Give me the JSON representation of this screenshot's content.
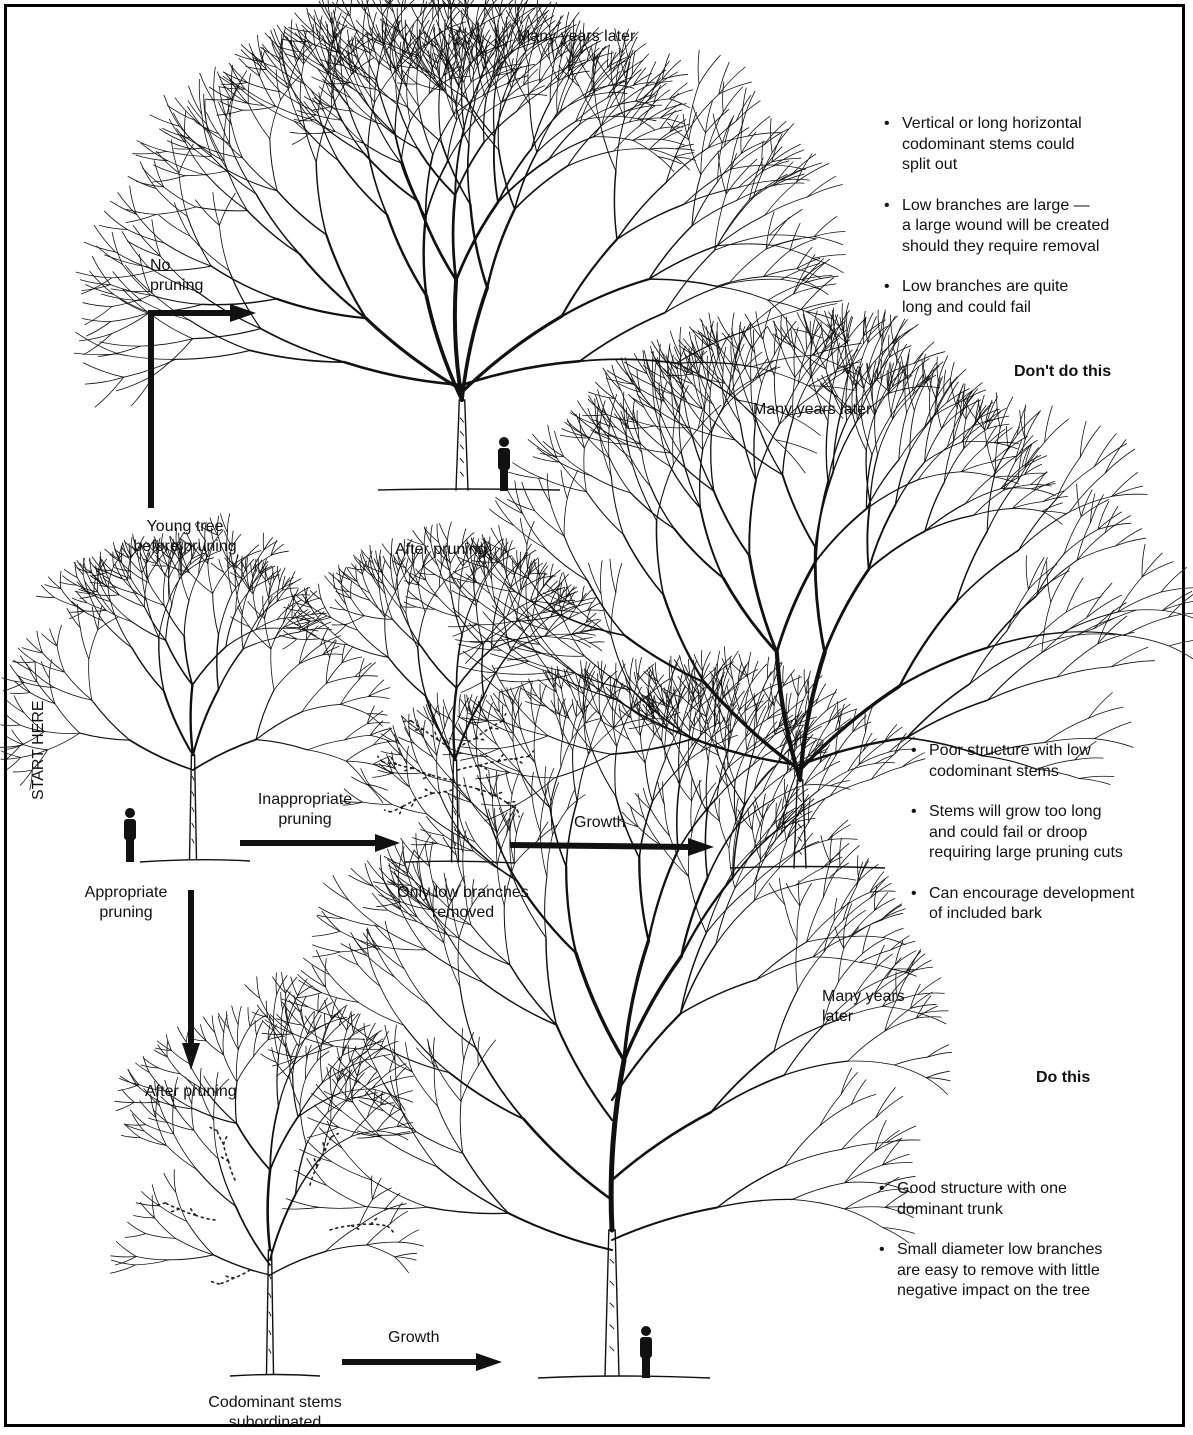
{
  "labels": {
    "top_many_years": "Many years later",
    "no_pruning": "No\npruning",
    "young_tree": "Young tree\nbefore pruning",
    "after_pruning_mid": "After pruning",
    "mid_many_years": "Many years later",
    "start_here": "START HERE",
    "inappropriate_pruning": "Inappropriate\npruning",
    "growth_mid": "Growth",
    "appropriate_pruning": "Appropriate\npruning",
    "only_low_branches": "Only low branches\nremoved",
    "bottom_many_years": "Many years\nlater",
    "after_pruning_bottom": "After pruning",
    "growth_bottom": "Growth",
    "codominant_subordinated": "Codominant stems\nsubordinated",
    "dont_do_this": "Don't  do this",
    "do_this": "Do this"
  },
  "notes": {
    "top": [
      "Vertical or long horizontal\ncodominant stems could\nsplit out",
      "Low branches are large —\na large wound will be created\nshould they require removal",
      "Low branches are quite\nlong and could fail"
    ],
    "middle": [
      "Poor structure with low\ncodominant stems",
      "Stems will grow too long\nand could fail or droop\nrequiring large pruning cuts",
      "Can encourage development\nof included bark"
    ],
    "bottom": [
      "Good structure with one\ndominant trunk",
      "Small diameter low branches\nare easy to remove with little\nnegative impact on the tree"
    ]
  }
}
